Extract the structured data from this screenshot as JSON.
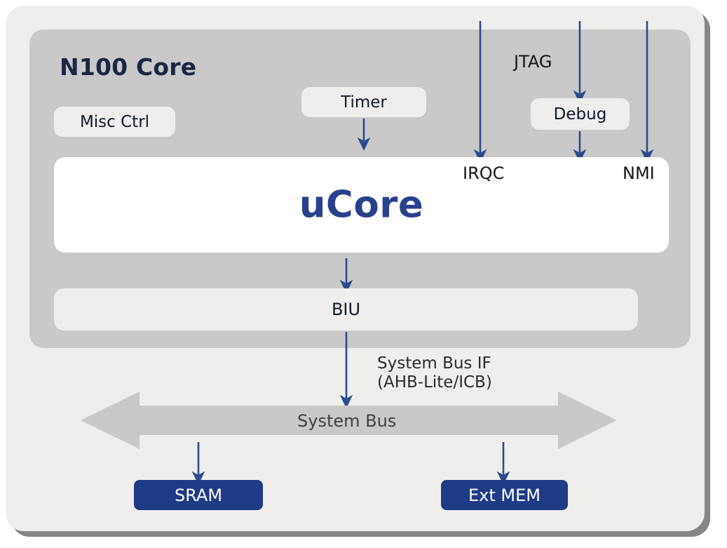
{
  "diagram": {
    "title": "N100 Core",
    "core_block": {
      "label": "uCore"
    },
    "sub_blocks": [
      {
        "name": "misc-ctrl",
        "label": "Misc Ctrl"
      },
      {
        "name": "timer",
        "label": "Timer"
      },
      {
        "name": "debug",
        "label": "Debug"
      },
      {
        "name": "biu",
        "label": "BIU"
      }
    ],
    "signals": [
      {
        "name": "jtag",
        "label": "JTAG"
      },
      {
        "name": "irqc",
        "label": "IRQC"
      },
      {
        "name": "nmi",
        "label": "NMI"
      }
    ],
    "bus": {
      "label": "System Bus",
      "interface_line1": "System Bus IF",
      "interface_line2": "(AHB-Lite/ICB)"
    },
    "memories": [
      {
        "name": "sram",
        "label": "SRAM"
      },
      {
        "name": "ext-mem",
        "label": "Ext MEM"
      }
    ],
    "colors": {
      "outer_frame": "#eeeeec",
      "core_panel": "#c9c9c9",
      "sub_block": "#eeeeec",
      "core_block": "#ffffff",
      "core_text": "#28418c",
      "title_text": "#1a2744",
      "arrow": "#2c4a8c",
      "bus_fill": "#c9c9c9",
      "memory_fill": "#1f3b86",
      "memory_text": "#ffffff"
    }
  }
}
